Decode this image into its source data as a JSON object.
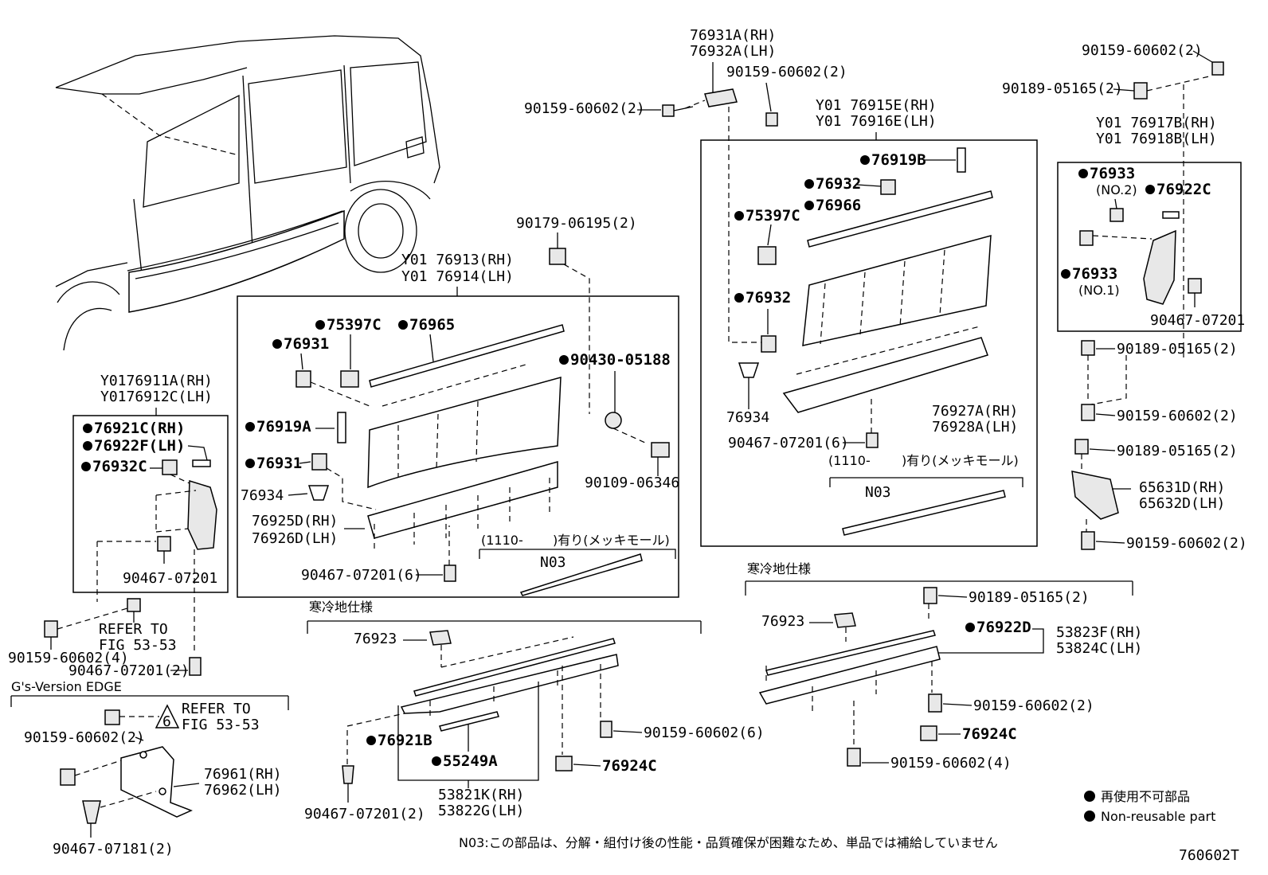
{
  "labels": {
    "p76931A": "76931A(RH)",
    "p76932A": "76932A(LH)",
    "b90159a": "90159-60602(2)",
    "b90159b": "90159-60602(2)",
    "b90159tr": "90159-60602(2)",
    "c90189tr": "90189-05165(2)",
    "p76915E": "Y01 76915E(RH)",
    "p76916E": "Y01 76916E(LH)",
    "p76917B": "Y01 76917B(RH)",
    "p76918B": "Y01 76918B(LH)",
    "n76919B": "76919B",
    "n76932top": "76932",
    "n75397Cr": "75397C",
    "n76966": "76966",
    "n76932mid": "76932",
    "p76934r": "76934",
    "c90467r": "90467-07201(6)",
    "p76927A": "76927A(RH)",
    "p76928A": "76928A(LH)",
    "n76933a": "76933",
    "no2": "(NO.2)",
    "n76922C": "76922C",
    "n76933b": "76933",
    "no1": "(NO.1)",
    "c90467rr": "90467-07201",
    "c90189r1": "90189-05165(2)",
    "b90159r1": "90159-60602(2)",
    "c90189r2": "90189-05165(2)",
    "p65631D": "65631D(RH)",
    "p65632D": "65632D(LH)",
    "b90159r2": "90159-60602(2)",
    "c90179": "90179-06195(2)",
    "p76913": "Y01 76913(RH)",
    "p76914": "Y01 76914(LH)",
    "n75397Cm": "75397C",
    "n76965": "76965",
    "n76931a": "76931",
    "n90430": "90430-05188",
    "n76919A": "76919A",
    "n76931b": "76931",
    "p76934m": "76934",
    "c90109": "90109-06346",
    "p76925D": "76925D(RH)",
    "p76926D": "76926D(LH)",
    "c90467m": "90467-07201(6)",
    "p76911A": "Y0176911A(RH)",
    "p76912C": "Y0176912C(LH)",
    "n76921C": "76921C(RH)",
    "n76922F": "76922F(LH)",
    "n76932C": "76932C",
    "c90467l": "90467-07201",
    "b90159l": "90159-60602(4)",
    "refer1": "REFER TO",
    "fig1": "FIG 53-53",
    "c90467l2": "90467-07201(2)",
    "gs": "G's-Version EDGE",
    "b90159gs": "90159-60602(2)",
    "refer2": "REFER TO",
    "fig2": "FIG 53-53",
    "tri": "6",
    "p76961": "76961(RH)",
    "p76962": "76962(LH)",
    "c90467gs": "90467-07181(2)",
    "cold1": "寒冷地仕様",
    "cold2": "寒冷地仕様",
    "p76923a": "76923",
    "n76921B": "76921B",
    "n55249A": "55249A",
    "b90159m6": "90159-60602(6)",
    "p76924Ca": "76924C",
    "p53821K": "53821K(RH)",
    "p53822G": "53822G(LH)",
    "c90467m2": "90467-07201(2)",
    "p76923b": "76923",
    "c90189b": "90189-05165(2)",
    "n76922D": "76922D",
    "p53823F": "53823F(RH)",
    "p53824C": "53824C(LH)",
    "b90159b2": "90159-60602(2)",
    "p76924Cb": "76924C",
    "b90159b4": "90159-60602(4)",
    "plated1a": "(1110-",
    "plated1b": ")有り(メッキモール)",
    "plated2a": "(1110-",
    "plated2b": ")有り(メッキモール)",
    "n03a": "N03",
    "n03b": "N03",
    "legend_jp": "再使用不可部品",
    "legend_en": "Non-reusable part",
    "footnote": "N03:この部品は、分解・組付け後の性能・品質確保が困難なため、単品では補給していません",
    "figno": "760602T"
  }
}
